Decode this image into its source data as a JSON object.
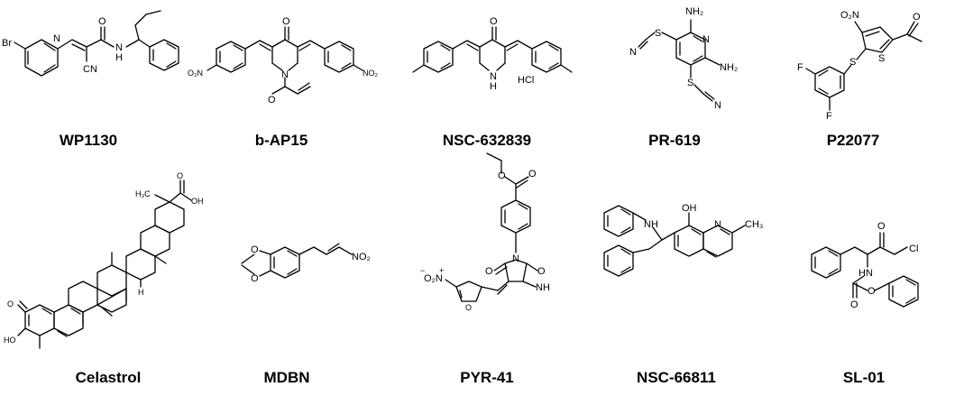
{
  "compounds": [
    {
      "label": "WP1130",
      "atoms": {
        "br": "Br",
        "n": "N",
        "o": "O",
        "cn": "CN",
        "nh_n": "N",
        "nh_h": "H"
      }
    },
    {
      "label": "b-AP15",
      "atoms": {
        "o": "O",
        "no2_l": "O₂N",
        "no2_r": "NO₂",
        "n": "N",
        "o2": "O"
      }
    },
    {
      "label": "NSC-632839",
      "atoms": {
        "o": "O",
        "nh_n": "N",
        "nh_h": "H",
        "hcl": "HCl"
      }
    },
    {
      "label": "PR-619",
      "atoms": {
        "nh2_t": "NH₂",
        "nh2_r": "NH₂",
        "n": "N",
        "s1": "S",
        "n1": "N",
        "s2": "S",
        "n2": "N"
      }
    },
    {
      "label": "P22077",
      "atoms": {
        "no2": "O₂N",
        "s_ring": "S",
        "s_link": "S",
        "o": "O",
        "f1": "F",
        "f2": "F"
      }
    },
    {
      "label": "Celastrol",
      "atoms": {
        "o_ketone": "O",
        "ho": "HO",
        "oh": "OH",
        "o_acid": "O",
        "h3c": "H₃C",
        "h": "H"
      }
    },
    {
      "label": "MDBN",
      "atoms": {
        "o1": "O",
        "o2": "O",
        "no2": "NO₂"
      }
    },
    {
      "label": "PYR-41",
      "atoms": {
        "o_ester1": "O",
        "o_ester2": "O",
        "n1": "N",
        "nh": "NH",
        "o1": "O",
        "o2": "O",
        "o_furan": "O",
        "no2": "O₂N",
        "plus": "+",
        "minus": "−"
      }
    },
    {
      "label": "NSC-66811",
      "atoms": {
        "nh": "NH",
        "oh": "OH",
        "n": "N",
        "ch3": "CH₃"
      }
    },
    {
      "label": "SL-01",
      "atoms": {
        "o_k": "O",
        "cl": "Cl",
        "hn": "HN",
        "o1": "O",
        "o2": "O"
      }
    }
  ]
}
